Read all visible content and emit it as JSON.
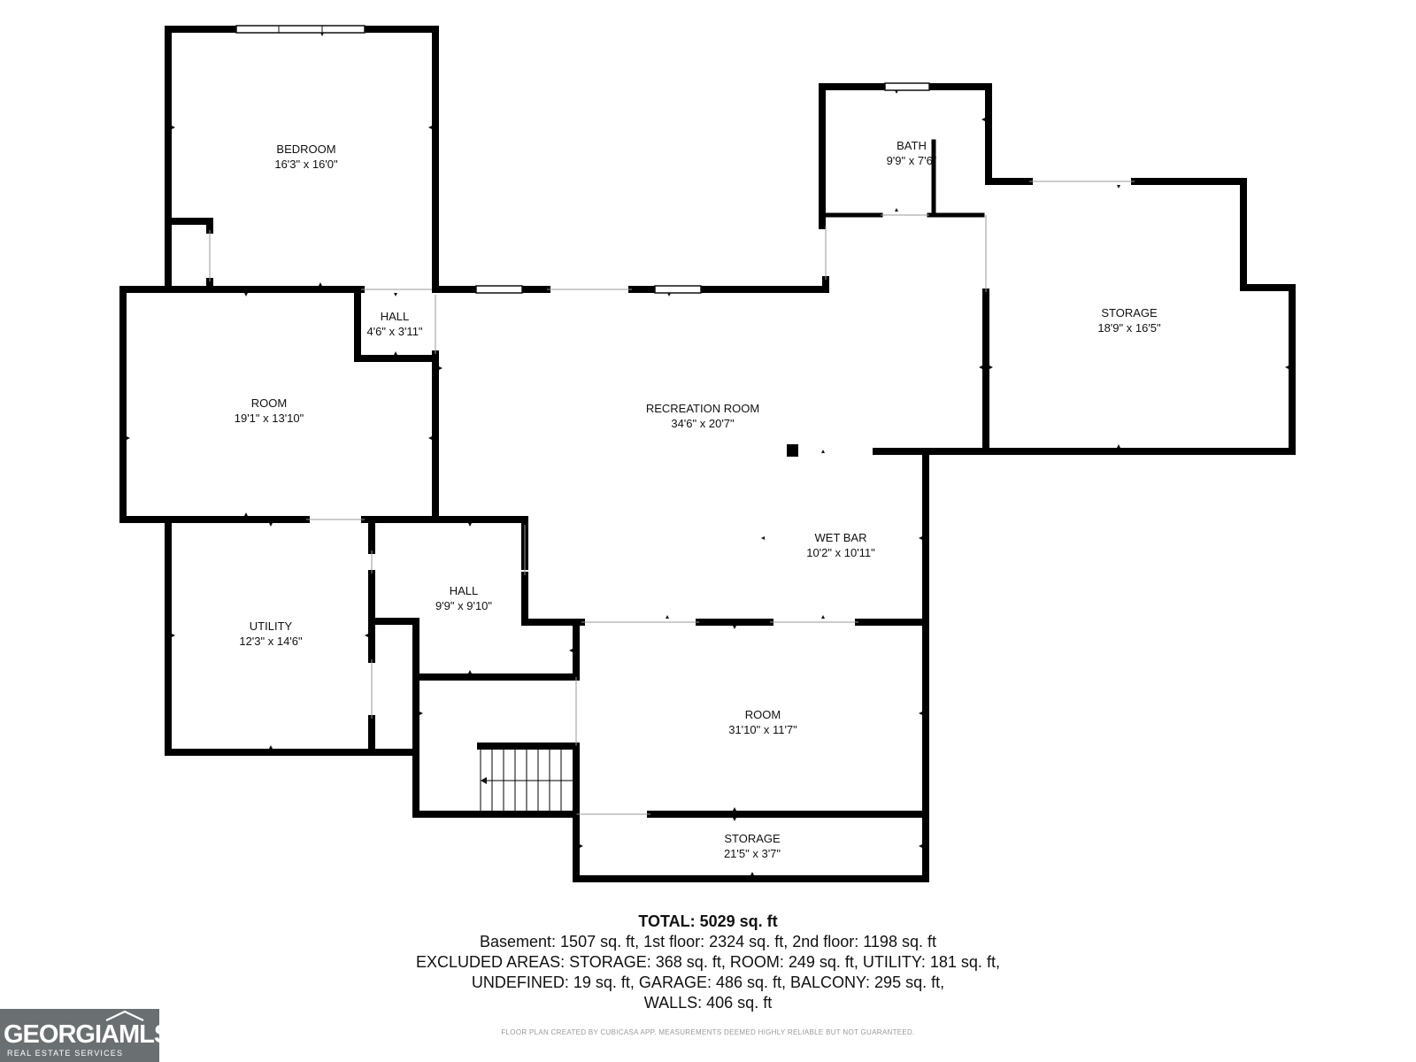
{
  "rooms": {
    "bedroom": {
      "name": "BEDROOM",
      "dim": "16'3\" x 16'0\""
    },
    "bath": {
      "name": "BATH",
      "dim": "9'9\" x 7'6\""
    },
    "storage_east": {
      "name": "STORAGE",
      "dim": "18'9\" x 16'5\""
    },
    "hall_small": {
      "name": "HALL",
      "dim": "4'6\" x 3'11\""
    },
    "room_west": {
      "name": "ROOM",
      "dim": "19'1\" x 13'10\""
    },
    "recreation": {
      "name": "RECREATION ROOM",
      "dim": "34'6\" x 20'7\""
    },
    "wet_bar": {
      "name": "WET BAR",
      "dim": "10'2\" x 10'11\""
    },
    "utility": {
      "name": "UTILITY",
      "dim": "12'3\" x 14'6\""
    },
    "hall_center": {
      "name": "HALL",
      "dim": "9'9\" x 9'10\""
    },
    "room_south": {
      "name": "ROOM",
      "dim": "31'10\" x 11'7\""
    },
    "storage_south": {
      "name": "STORAGE",
      "dim": "21'5\" x 3'7\""
    }
  },
  "summary": {
    "total": "TOTAL: 5029 sq. ft",
    "line1": "Basement: 1507 sq. ft, 1st floor: 2324 sq. ft, 2nd floor: 1198 sq. ft",
    "line2": "EXCLUDED AREAS: STORAGE: 368 sq. ft, ROOM: 249 sq. ft, UTILITY: 181 sq. ft,",
    "line3": "UNDEFINED: 19 sq. ft, GARAGE: 486 sq. ft, BALCONY: 295 sq. ft,",
    "line4": "WALLS: 406 sq. ft"
  },
  "credit": "FLOOR PLAN CREATED BY CUBICASA APP. MEASUREMENTS DEEMED HIGHLY RELIABLE BUT NOT GUARANTEED.",
  "logo": {
    "name": "GEORGIAMLS",
    "subtitle": "REAL ESTATE SERVICES"
  },
  "colors": {
    "wall": "#000000",
    "background": "#ffffff",
    "logo_background": "#6a6f72"
  }
}
